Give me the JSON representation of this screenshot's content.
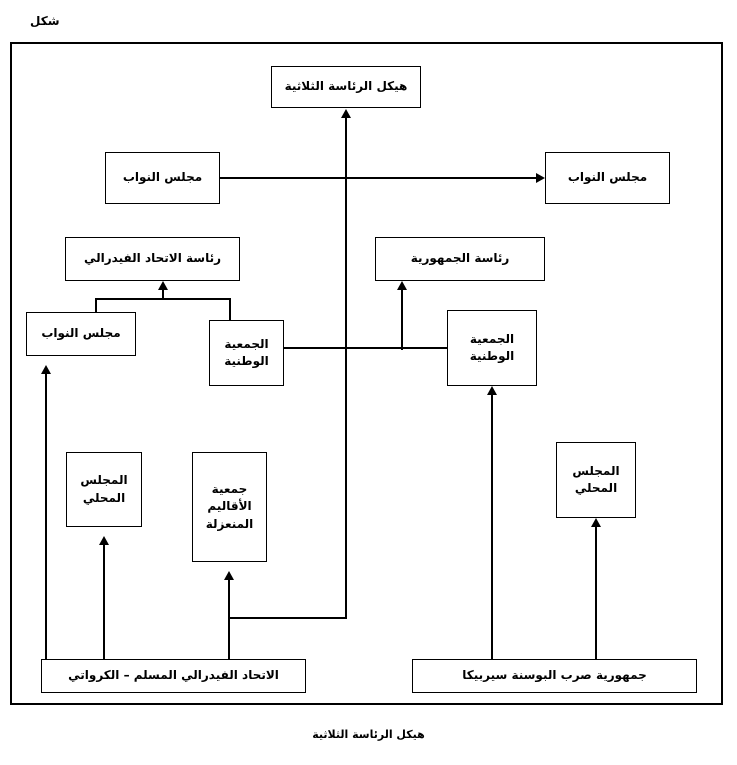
{
  "figure": {
    "label": "شكل",
    "caption": "هيكل الرئاسة الثلاثية"
  },
  "nodes": {
    "tripartite_presidency": {
      "line1": "هيكل الرئاسة الثلاثية"
    },
    "house_of_representatives_left": {
      "line1": "مجلس النواب"
    },
    "house_of_representatives_right": {
      "line1": "مجلس النواب"
    },
    "federal_union_presidency": {
      "line1": "رئاسة الاتحاد الفيدرالي"
    },
    "republic_presidency": {
      "line1": "رئاسة الجمهورية"
    },
    "house_of_representatives_fed": {
      "line1": "مجلس النواب"
    },
    "national_assembly_left": {
      "line1": "الجمعية",
      "line2": "الوطنية"
    },
    "national_assembly_right": {
      "line1": "الجمعية",
      "line2": "الوطنية"
    },
    "local_council_left": {
      "line1": "المجلس",
      "line2": "المحلي"
    },
    "isolated_regions_assembly": {
      "line1": "جمعية",
      "line2": "الأقاليم",
      "line3": "المنعزلة"
    },
    "local_council_right": {
      "line1": "المجلس",
      "line2": "المحلي"
    },
    "muslim_croat_federation": {
      "line1": "الاتحاد الفيدرالي المسلم – الكرواتي"
    },
    "republika_srpska": {
      "line1": "جمهورية صرب البوسنة سيربيكا"
    }
  },
  "colors": {
    "stroke": "#000000",
    "background": "#ffffff"
  }
}
